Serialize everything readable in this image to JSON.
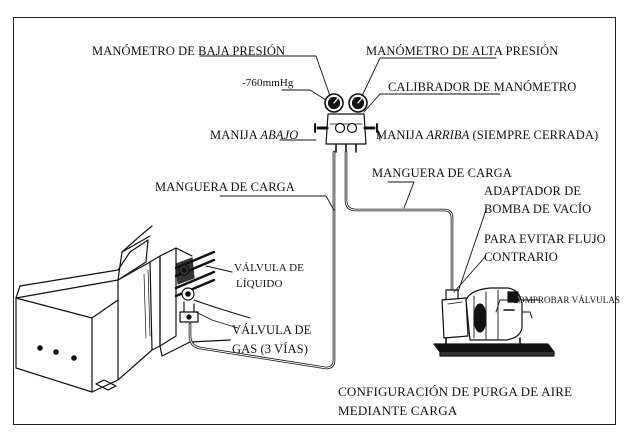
{
  "labels": {
    "low_gauge": "MANÓMETRO DE BAJA PRESIÓN",
    "high_gauge": "MANÓMETRO DE ALTA PRESIÓN",
    "vacuum_value": "-760mmHg",
    "gauge_calibrator": "CALIBRADOR DE MANÓMETRO",
    "handle_low_prefix": "MANIJA ",
    "handle_low_word": "ABAJO",
    "handle_high_prefix": "MANIJA ",
    "handle_high_word": "ARRIBA",
    "handle_high_suffix": " (SIEMPRE CERRADA)",
    "charge_hose_left": "MANGUERA DE CARGA",
    "charge_hose_right": "MANGUERA DE CARGA",
    "pump_adapter_line1": "ADAPTADOR DE",
    "pump_adapter_line2": "BOMBA DE VACÍO",
    "backflow_line1": "PARA EVITAR FLUJO",
    "backflow_line2": "CONTRARIO",
    "liquid_valve_line1": "VÁLVULA DE",
    "liquid_valve_line2": "LÍQUIDO",
    "check_valves": "COMPROBAR VÁLVULAS",
    "gas_valve_line1": "VÁLVULA DE",
    "gas_valve_line2": "GAS (3 VÍAS)",
    "caption_line1": "CONFIGURACIÓN DE PURGA DE AIRE",
    "caption_line2": "MEDIANTE CARGA"
  }
}
